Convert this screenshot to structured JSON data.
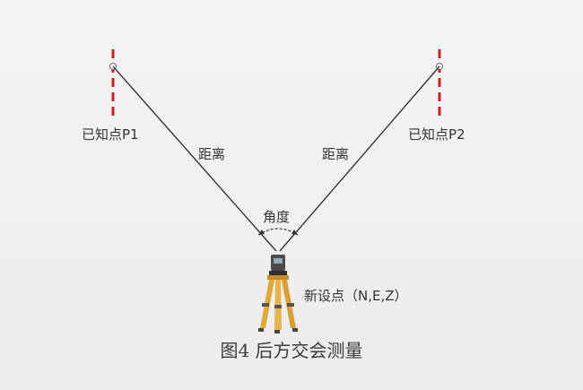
{
  "points": {
    "p1_label": "已知点P1",
    "p2_label": "已知点P2",
    "new_point_label": "新设点（N,E,Z）"
  },
  "lines": {
    "left_distance_label": "距离",
    "right_distance_label": "距离",
    "angle_label": "角度"
  },
  "caption": "图4  后方交会测量",
  "colors": {
    "pole_red": "#d11f2a",
    "line": "#333333",
    "tripod_leg": "#e0a93a",
    "instrument": "#4a4a4a"
  }
}
